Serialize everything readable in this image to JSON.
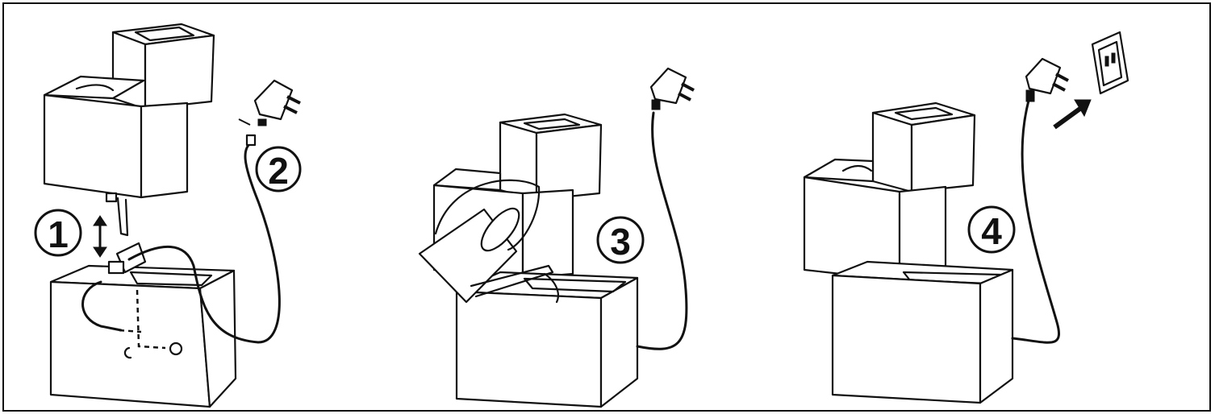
{
  "steps": [
    {
      "number": "1"
    },
    {
      "number": "2"
    },
    {
      "number": "3"
    },
    {
      "number": "4"
    }
  ],
  "icons": {
    "plug": "uk-plug-icon",
    "socket": "wall-socket-icon",
    "arrow": "insert-arrow-icon",
    "watering_can": "watering-can-icon",
    "pump": "water-pump-icon"
  }
}
